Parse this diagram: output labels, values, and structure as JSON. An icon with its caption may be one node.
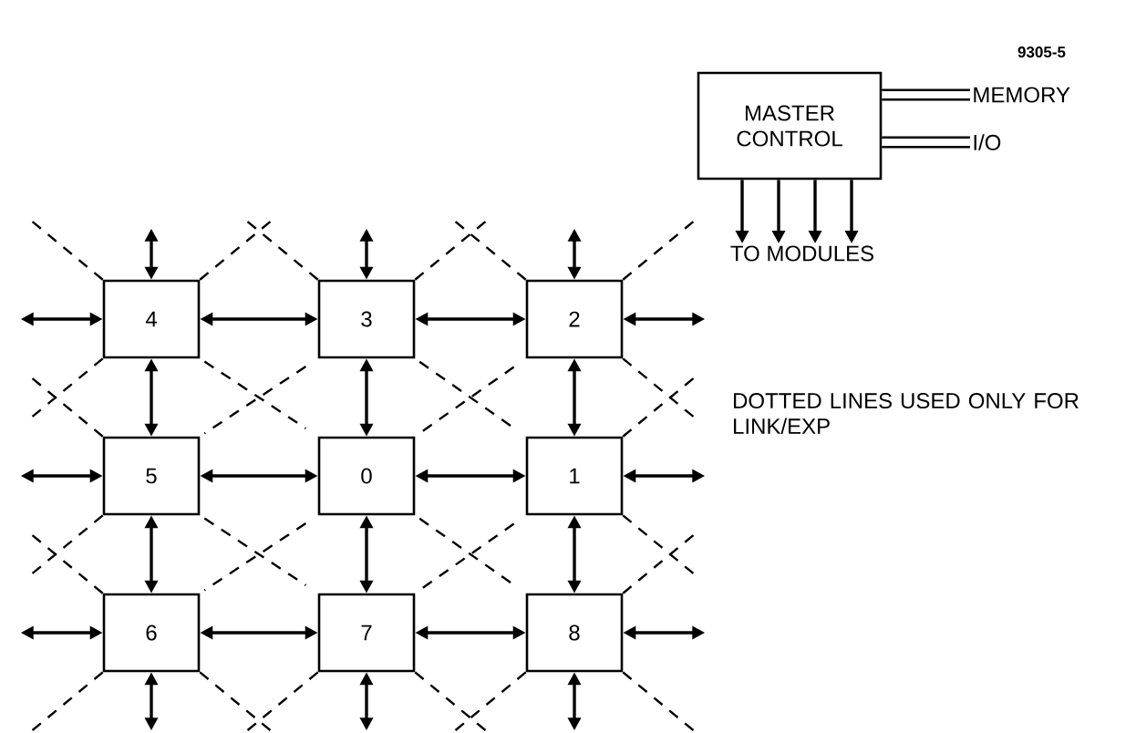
{
  "diagram": {
    "nodes": [
      {
        "text": [
          "MASTER CONTROL"
        ]
      },
      {
        "text": [
          "MEMORY"
        ]
      },
      {
        "text": [
          "I/O"
        ]
      },
      {
        "text": [
          "TO MODULES"
        ]
      },
      {
        "text": [
          "4"
        ]
      },
      {
        "text": [
          "3"
        ]
      },
      {
        "text": [
          "2"
        ]
      },
      {
        "text": [
          "5"
        ]
      },
      {
        "text": [
          "0"
        ]
      },
      {
        "text": [
          "1"
        ]
      },
      {
        "text": [
          "6"
        ]
      },
      {
        "text": [
          "7"
        ]
      },
      {
        "text": [
          "8"
        ]
      }
    ],
    "edges": [
      {
        "from": 0,
        "to": 1,
        "arrow": "none",
        "style": "thick"
      },
      {
        "from": 0,
        "to": 2,
        "arrow": "none",
        "style": "thick"
      },
      {
        "from": 0,
        "to": 3,
        "arrow": "to"
      },
      {
        "from": 0,
        "to": 3,
        "arrow": "to"
      },
      {
        "from": 0,
        "to": 3,
        "arrow": "to"
      },
      {
        "from": 0,
        "to": 3,
        "arrow": "to"
      },
      {
        "from": 4,
        "to": 5,
        "arrow": "both"
      },
      {
        "from": 5,
        "to": 6,
        "arrow": "both"
      },
      {
        "from": 7,
        "to": 8,
        "arrow": "both"
      },
      {
        "from": 8,
        "to": 9,
        "arrow": "both"
      },
      {
        "from": 10,
        "to": 11,
        "arrow": "both"
      },
      {
        "from": 11,
        "to": 12,
        "arrow": "both"
      },
      {
        "from": 4,
        "to": 7,
        "arrow": "both"
      },
      {
        "from": 7,
        "to": 10,
        "arrow": "both"
      },
      {
        "from": 5,
        "to": 8,
        "arrow": "both"
      },
      {
        "from": 8,
        "to": 11,
        "arrow": "both"
      },
      {
        "from": 6,
        "to": 9,
        "arrow": "both"
      },
      {
        "from": 9,
        "to": 12,
        "arrow": "both"
      },
      {
        "from": 4,
        "to": null,
        "arrow": "both"
      },
      {
        "from": 7,
        "to": null,
        "arrow": "both"
      },
      {
        "from": 10,
        "to": null,
        "arrow": "both"
      },
      {
        "from": 6,
        "to": null,
        "arrow": "both"
      },
      {
        "from": 9,
        "to": null,
        "arrow": "both"
      },
      {
        "from": 12,
        "to": null,
        "arrow": "both"
      },
      {
        "from": 4,
        "to": null,
        "arrow": "both"
      },
      {
        "from": 5,
        "to": null,
        "arrow": "both"
      },
      {
        "from": 6,
        "to": null,
        "arrow": "both"
      },
      {
        "from": 10,
        "to": null,
        "arrow": "both"
      },
      {
        "from": 11,
        "to": null,
        "arrow": "both"
      },
      {
        "from": 12,
        "to": null,
        "arrow": "both"
      },
      {
        "from": 4,
        "to": 8,
        "arrow": "none",
        "style": "dashed"
      },
      {
        "from": 5,
        "to": 7,
        "arrow": "none",
        "style": "dashed"
      },
      {
        "from": 5,
        "to": 9,
        "arrow": "none",
        "style": "dashed"
      },
      {
        "from": 6,
        "to": 8,
        "arrow": "none",
        "style": "dashed"
      },
      {
        "from": 7,
        "to": 11,
        "arrow": "none",
        "style": "dashed"
      },
      {
        "from": 8,
        "to": 10,
        "arrow": "none",
        "style": "dashed"
      },
      {
        "from": 8,
        "to": 12,
        "arrow": "none",
        "style": "dashed"
      },
      {
        "from": 9,
        "to": 11,
        "arrow": "none",
        "style": "dashed"
      },
      {
        "from": 4,
        "to": null,
        "arrow": "none",
        "style": "dashed"
      },
      {
        "from": 4,
        "to": null,
        "arrow": "none",
        "style": "dashed"
      },
      {
        "from": 4,
        "to": null,
        "arrow": "none",
        "style": "dashed"
      },
      {
        "from": 5,
        "to": null,
        "arrow": "none",
        "style": "dashed"
      },
      {
        "from": 5,
        "to": null,
        "arrow": "none",
        "style": "dashed"
      },
      {
        "from": 6,
        "to": null,
        "arrow": "none",
        "style": "dashed"
      },
      {
        "from": 6,
        "to": null,
        "arrow": "none",
        "style": "dashed"
      },
      {
        "from": 6,
        "to": null,
        "arrow": "none",
        "style": "dashed"
      },
      {
        "from": 7,
        "to": null,
        "arrow": "none",
        "style": "dashed"
      },
      {
        "from": 7,
        "to": null,
        "arrow": "none",
        "style": "dashed"
      },
      {
        "from": 9,
        "to": null,
        "arrow": "none",
        "style": "dashed"
      },
      {
        "from": 9,
        "to": null,
        "arrow": "none",
        "style": "dashed"
      },
      {
        "from": 10,
        "to": null,
        "arrow": "none",
        "style": "dashed"
      },
      {
        "from": 10,
        "to": null,
        "arrow": "none",
        "style": "dashed"
      },
      {
        "from": 10,
        "to": null,
        "arrow": "none",
        "style": "dashed"
      },
      {
        "from": 11,
        "to": null,
        "arrow": "none",
        "style": "dashed"
      },
      {
        "from": 11,
        "to": null,
        "arrow": "none",
        "style": "dashed"
      },
      {
        "from": 12,
        "to": null,
        "arrow": "none",
        "style": "dashed"
      },
      {
        "from": 12,
        "to": null,
        "arrow": "none",
        "style": "dashed"
      },
      {
        "from": 12,
        "to": null,
        "arrow": "none",
        "style": "dashed"
      }
    ],
    "labels": [
      "9305-5",
      "DOTTED LINES USED ONLY FOR LINK/EXP"
    ]
  }
}
